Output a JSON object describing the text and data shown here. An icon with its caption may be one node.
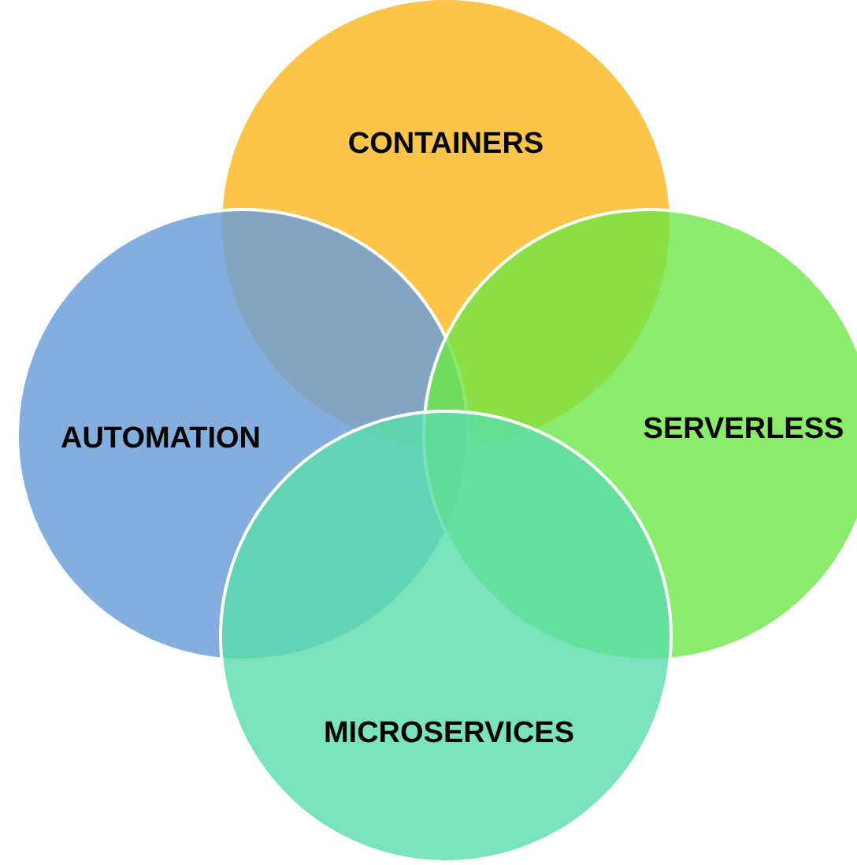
{
  "diagram": {
    "nodes": [
      {
        "text": [
          "CONTAINERS"
        ]
      },
      {
        "text": [
          "AUTOMATION"
        ]
      },
      {
        "text": [
          "SERVERLESS"
        ]
      },
      {
        "text": [
          "MICROSERVICES"
        ]
      }
    ]
  }
}
